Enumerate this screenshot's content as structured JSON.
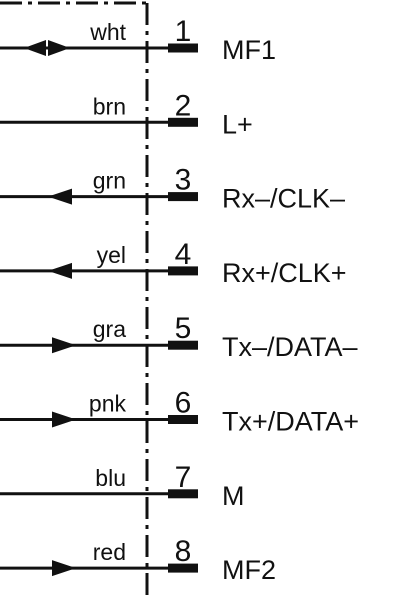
{
  "pins": [
    {
      "number": "1",
      "color": "wht",
      "signal": "MF1",
      "direction": "bidirectional"
    },
    {
      "number": "2",
      "color": "brn",
      "signal": "L+",
      "direction": "none"
    },
    {
      "number": "3",
      "color": "grn",
      "signal": "Rx–/CLK–",
      "direction": "in"
    },
    {
      "number": "4",
      "color": "yel",
      "signal": "Rx+/CLK+",
      "direction": "in"
    },
    {
      "number": "5",
      "color": "gra",
      "signal": "Tx–/DATA–",
      "direction": "out"
    },
    {
      "number": "6",
      "color": "pnk",
      "signal": "Tx+/DATA+",
      "direction": "out"
    },
    {
      "number": "7",
      "color": "blu",
      "signal": "M",
      "direction": "none"
    },
    {
      "number": "8",
      "color": "red",
      "signal": "MF2",
      "direction": "out"
    }
  ],
  "line_color": "#111111"
}
